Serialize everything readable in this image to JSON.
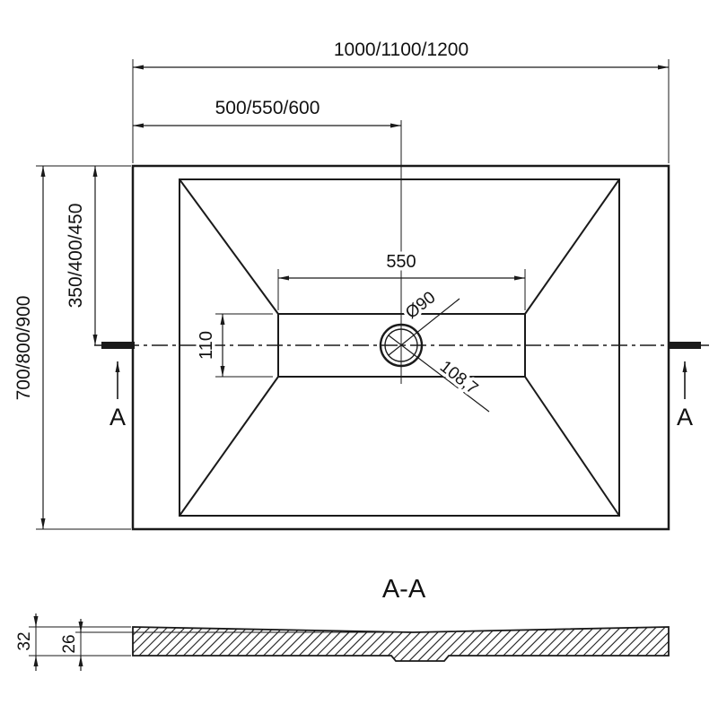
{
  "top_view": {
    "dim_width_overall": "1000/1100/1200",
    "dim_width_half": "500/550/600",
    "dim_height_overall": "700/800/900",
    "dim_height_half": "350/400/450",
    "dim_flat_width": "550",
    "dim_flat_height": "110",
    "drain_diameter": "Ø90",
    "drain_diagonal": "108,7",
    "section_marker_left": "A",
    "section_marker_right": "A"
  },
  "section_view": {
    "title": "A-A",
    "dim_thickness_total": "32",
    "dim_thickness_edge": "26"
  },
  "colors": {
    "line": "#1a1a1a",
    "background": "#ffffff"
  }
}
